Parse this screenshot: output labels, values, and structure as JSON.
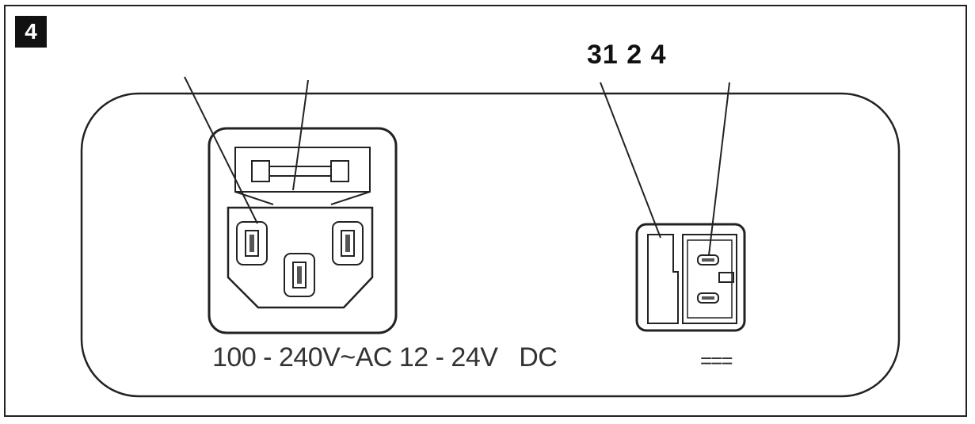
{
  "figure": {
    "badge_number": "4",
    "callout_numbers": "31 2 4",
    "ac_label": "100 - 240V~AC 12 - 24V   DC",
    "dc_symbol": "==="
  },
  "colors": {
    "line": "#222222",
    "text": "#333333",
    "badge_bg": "#111111"
  }
}
